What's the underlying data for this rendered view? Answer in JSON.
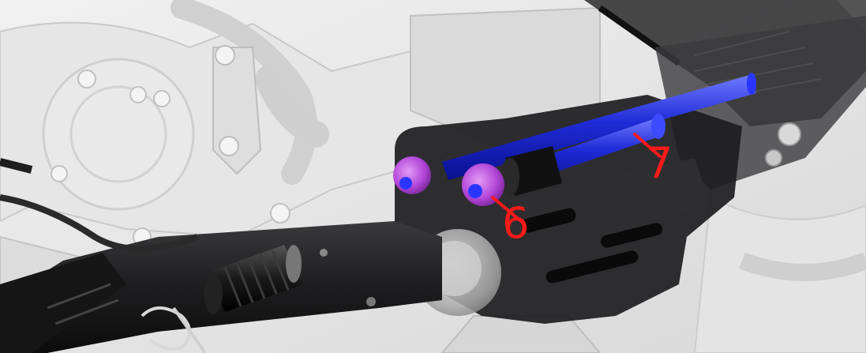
{
  "callouts": [
    {
      "label": "6",
      "target": "flange-bolts"
    },
    {
      "label": "7",
      "target": "through-bolts"
    }
  ],
  "colors": {
    "callout_red": "#ff1a1a",
    "bolt_blue": "#1f2bd6",
    "bolt_head_purple": "#b347d9",
    "bracket_black": "#1c1c1e",
    "engine_ghost": "#e2e2e2"
  },
  "icons": {
    "callout_6_leader": "leader-line-icon",
    "callout_7_leader": "leader-line-icon"
  }
}
